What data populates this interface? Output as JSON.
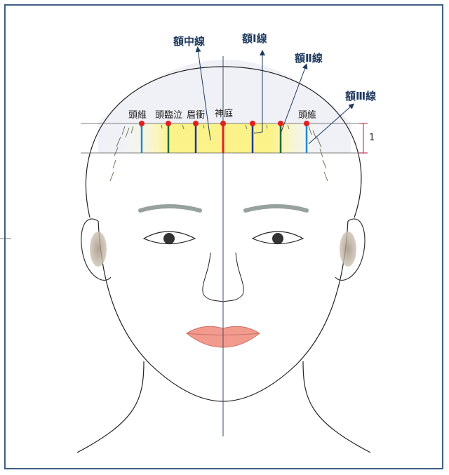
{
  "labels": {
    "line_center": "額中線",
    "line_1": "額Ⅰ線",
    "line_2": "額Ⅱ線",
    "line_3": "額Ⅲ線",
    "point_touwei_left": "頭維",
    "point_toulinqi": "頭臨泣",
    "point_meichong": "眉衝",
    "point_shenting": "神庭",
    "point_touwei_right": "頭維",
    "scale": "1"
  },
  "colors": {
    "frame": "#3d5f86",
    "label": "#1f3a5f",
    "point": "#e02020",
    "center_line": "#e0202f",
    "line_1": "#1f3a8f",
    "line_2": "#1f6b3a",
    "line_3": "#1f8ad8",
    "band": "#fbf38a",
    "scale_bar": "#c8385a"
  }
}
